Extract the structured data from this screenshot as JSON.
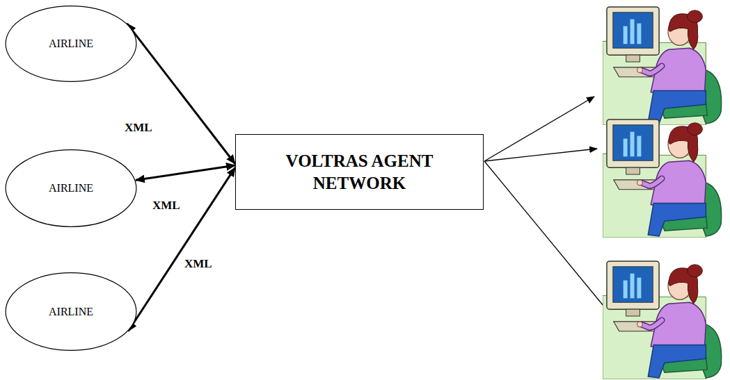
{
  "diagram": {
    "nodes": [
      {
        "text": [
          "AIRLINE"
        ]
      },
      {
        "text": [
          "AIRLINE"
        ]
      },
      {
        "text": [
          "AIRLINE"
        ]
      },
      {
        "text": [
          "VOLTRAS AGENT NETWORK"
        ]
      }
    ],
    "edges": [
      {
        "from": 0,
        "to": 3,
        "label": "XML",
        "arrow": "both"
      },
      {
        "from": 1,
        "to": 3,
        "label": "XML",
        "arrow": "both"
      },
      {
        "from": 2,
        "to": 3,
        "label": "XML",
        "arrow": "both"
      }
    ]
  }
}
